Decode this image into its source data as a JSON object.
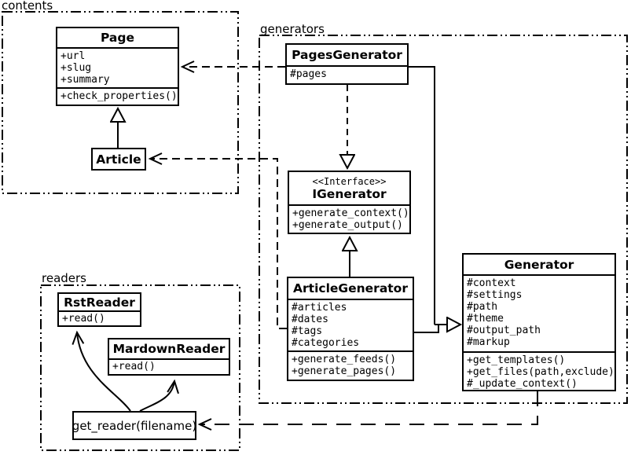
{
  "colors": {
    "line": "#000000",
    "background": "#ffffff"
  },
  "packages": {
    "contents": {
      "label": "contents"
    },
    "generators": {
      "label": "generators"
    },
    "readers": {
      "label": "readers"
    }
  },
  "classes": {
    "page": {
      "name": "Page",
      "attrs": [
        "+url",
        "+slug",
        "+summary"
      ],
      "methods": [
        "+check_properties()"
      ]
    },
    "article": {
      "name": "Article"
    },
    "pages_generator": {
      "name": "PagesGenerator",
      "attrs": [
        "#pages"
      ]
    },
    "igenerator": {
      "stereotype": "<<Interface>>",
      "name": "IGenerator",
      "methods": [
        "+generate_context()",
        "+generate_output()"
      ]
    },
    "article_generator": {
      "name": "ArticleGenerator",
      "attrs": [
        "#articles",
        "#dates",
        "#tags",
        "#categories"
      ],
      "methods": [
        "+generate_feeds()",
        "+generate_pages()"
      ]
    },
    "generator": {
      "name": "Generator",
      "attrs": [
        "#context",
        "#settings",
        "#path",
        "#theme",
        "#output_path",
        "#markup"
      ],
      "methods": [
        "+get_templates()",
        "+get_files(path,exclude)",
        "#_update_context()"
      ]
    },
    "rst_reader": {
      "name": "RstReader",
      "methods": [
        "+read()"
      ]
    },
    "markdown_reader": {
      "name": "MardownReader",
      "methods": [
        "+read()"
      ]
    },
    "get_reader": {
      "label": "get_reader(filename)"
    }
  }
}
